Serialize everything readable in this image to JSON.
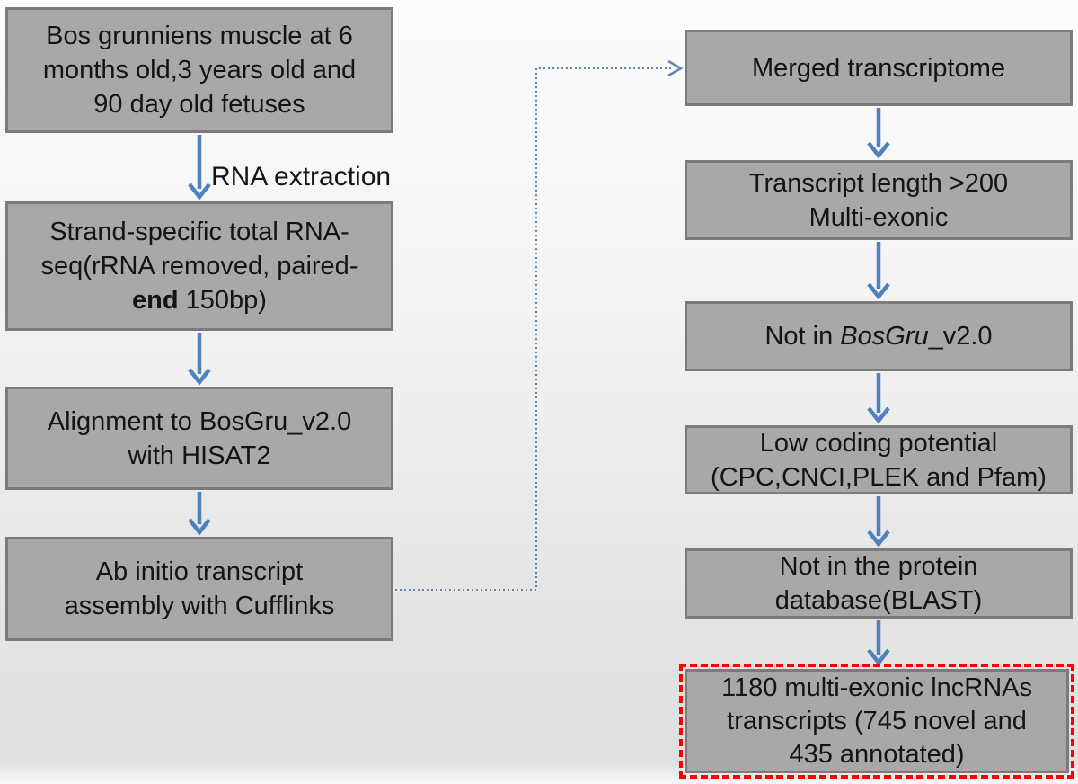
{
  "colors": {
    "box_fill": "#a8a8a8",
    "box_border": "#7b7b7b",
    "arrow_blue": "#4f81bd",
    "dotted_connector_blue": "#5b87b8",
    "highlight_red": "#fe0000",
    "text": "#141414"
  },
  "left_column": {
    "box1": {
      "line1": "Bos grunniens muscle at 6",
      "line2": "months old,3 years old and",
      "line3": "90 day old fetuses"
    },
    "arrow1_label": "RNA extraction",
    "box2": {
      "line1": "Strand-specific total RNA-",
      "line2": "seq(rRNA removed, paired-",
      "line3_bold": "end",
      "line3_rest": " 150bp)"
    },
    "box3": {
      "line1": "Alignment to BosGru_v2.0",
      "line2": "with HISAT2"
    },
    "box4": {
      "line1": "Ab initio transcript",
      "line2": "assembly with Cufflinks"
    }
  },
  "right_column": {
    "box1": {
      "line1": "Merged transcriptome"
    },
    "box2": {
      "line1": "Transcript length >200",
      "line2": "Multi-exonic"
    },
    "box3": {
      "prefix": "Not in ",
      "italic": "BosGru",
      "suffix": "_v2.0"
    },
    "box4": {
      "line1": "Low coding potential",
      "line2": "(CPC,CNCI,PLEK and Pfam)"
    },
    "box5": {
      "line1": "Not in the protein",
      "line2": "database(BLAST)"
    },
    "box6": {
      "line1": "1180 multi-exonic lncRNAs",
      "line2": "transcripts  (745 novel and",
      "line3": "435 annotated)"
    }
  }
}
